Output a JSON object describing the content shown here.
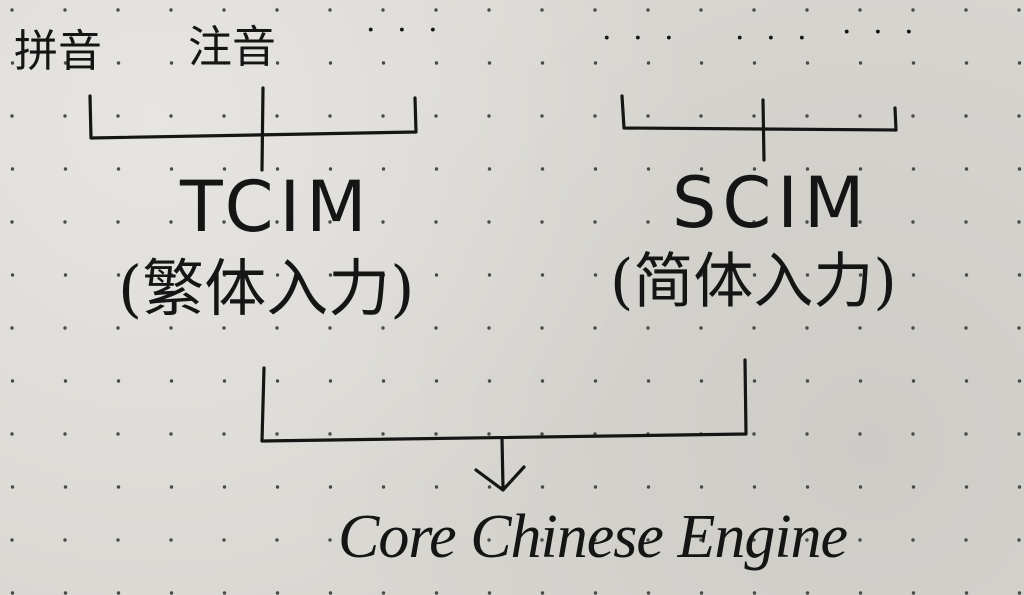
{
  "diagram": {
    "inputs_left": {
      "pinyin": "拼音",
      "zhuyin": "注音",
      "more": "· · ·"
    },
    "inputs_right": {
      "more_1": "· · ·",
      "more_2": "· · ·",
      "more_3": "· · ·"
    },
    "tcim": {
      "name": "TCIM",
      "desc": "(繁体入力)"
    },
    "scim": {
      "name": "SCIM",
      "desc": "(简体入力)"
    },
    "engine": "Core Chinese Engine"
  },
  "colors": {
    "paper": "#d9d7d2",
    "ink": "#151515",
    "dot": "#4a4a48"
  }
}
